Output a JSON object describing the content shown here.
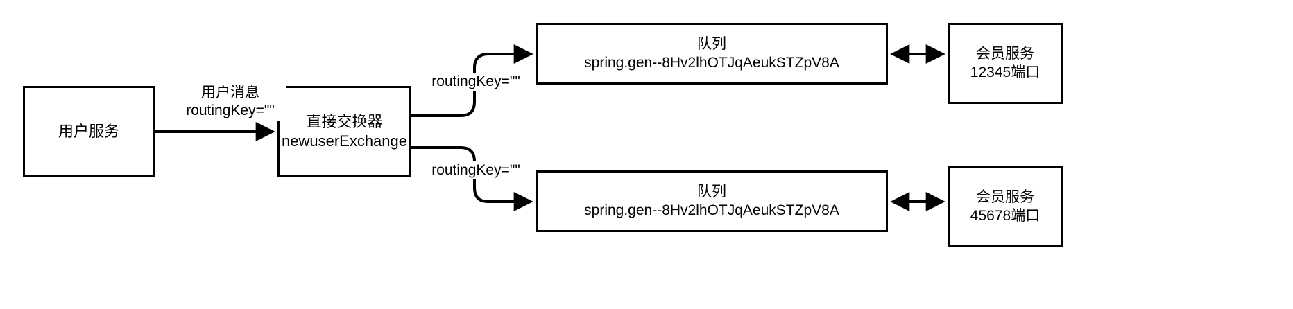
{
  "diagram": {
    "title": "RabbitMQ direct exchange fanout to two queues",
    "nodes": {
      "user_service": {
        "line1": "用户服务"
      },
      "exchange": {
        "line1": "直接交换器",
        "line2": "newuserExchange"
      },
      "queue_top": {
        "line1": "队列",
        "line2": "spring.gen--8Hv2lhOTJqAeukSTZpV8A"
      },
      "queue_bottom": {
        "line1": "队列",
        "line2": "spring.gen--8Hv2lhOTJqAeukSTZpV8A"
      },
      "member_top": {
        "line1": "会员服务",
        "line2": "12345端口"
      },
      "member_bottom": {
        "line1": "会员服务",
        "line2": "45678端口"
      }
    },
    "edge_labels": {
      "user_to_exchange": {
        "line1": "用户消息",
        "line2": "routingKey=\"\""
      },
      "exchange_to_queue_top": {
        "line1": "routingKey=\"\""
      },
      "exchange_to_queue_bottom": {
        "line1": "routingKey=\"\""
      }
    },
    "colors": {
      "stroke": "#000000",
      "fill": "#ffffff",
      "text": "#000000"
    }
  }
}
